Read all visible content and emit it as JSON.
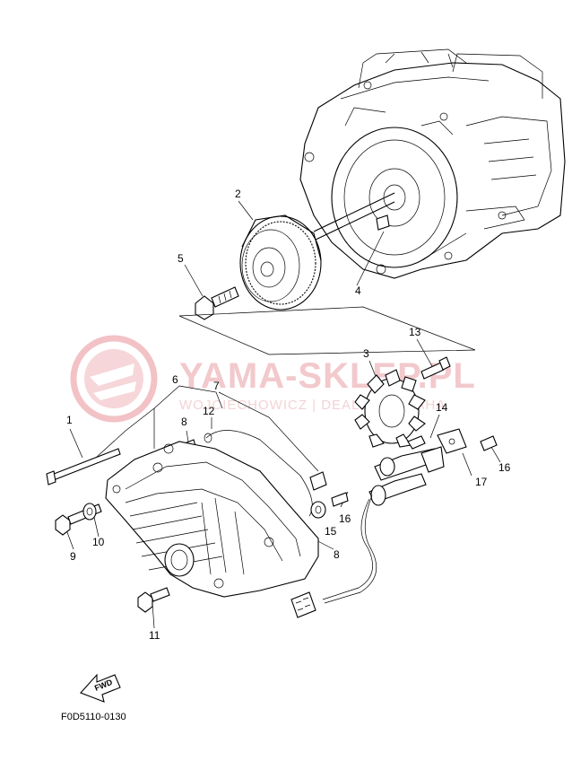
{
  "watermark": {
    "title": "YAMA-SKLEP.PL",
    "subtitle": "WOJCIECHOWICZ | DEALER YAMAHA",
    "color": "#e8a0a6"
  },
  "fwd_label": "FWD",
  "drawing_code": "F0D5110-0130",
  "callouts": [
    {
      "id": "c1",
      "label": "1"
    },
    {
      "id": "c2",
      "label": "2"
    },
    {
      "id": "c3",
      "label": "3"
    },
    {
      "id": "c4",
      "label": "4"
    },
    {
      "id": "c5",
      "label": "5"
    },
    {
      "id": "c6",
      "label": "6"
    },
    {
      "id": "c7",
      "label": "7"
    },
    {
      "id": "c8a",
      "label": "8"
    },
    {
      "id": "c8b",
      "label": "8"
    },
    {
      "id": "c9",
      "label": "9"
    },
    {
      "id": "c10",
      "label": "10"
    },
    {
      "id": "c11",
      "label": "11"
    },
    {
      "id": "c12",
      "label": "12"
    },
    {
      "id": "c13",
      "label": "13"
    },
    {
      "id": "c14",
      "label": "14"
    },
    {
      "id": "c15",
      "label": "15"
    },
    {
      "id": "c16a",
      "label": "16"
    },
    {
      "id": "c16b",
      "label": "16"
    },
    {
      "id": "c17",
      "label": "17"
    }
  ]
}
